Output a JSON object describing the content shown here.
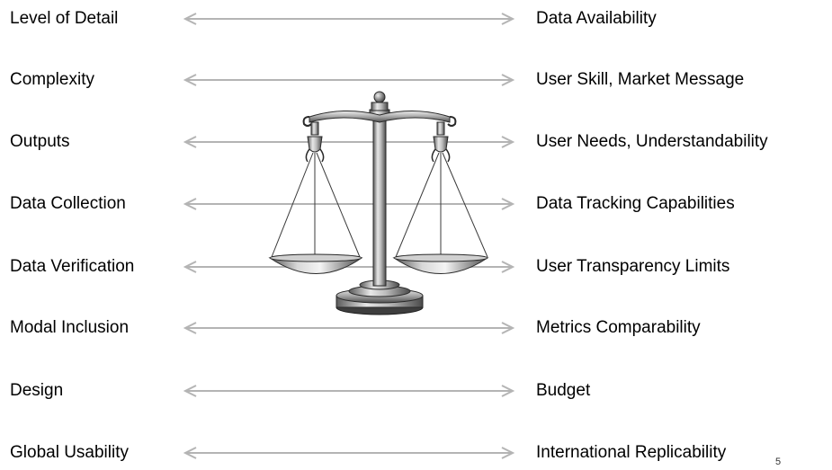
{
  "slide": {
    "page_number": "5",
    "rows": [
      {
        "left": "Level of Detail",
        "right": "Data Availability"
      },
      {
        "left": "Complexity",
        "right": "User Skill, Market Message"
      },
      {
        "left": "Outputs",
        "right": "User Needs, Understandability"
      },
      {
        "left": "Data Collection",
        "right": "Data Tracking Capabilities"
      },
      {
        "left": "Data Verification",
        "right": "User Transparency Limits"
      },
      {
        "left": "Modal Inclusion",
        "right": "Metrics Comparability"
      },
      {
        "left": "Design",
        "right": "Budget"
      },
      {
        "left": "Global Usability",
        "right": "International Replicability"
      }
    ]
  },
  "style": {
    "arrow_color": "#b4b4b4",
    "scale_metal_light": "#e8e8e8",
    "scale_metal_dark": "#5a5a5a"
  }
}
